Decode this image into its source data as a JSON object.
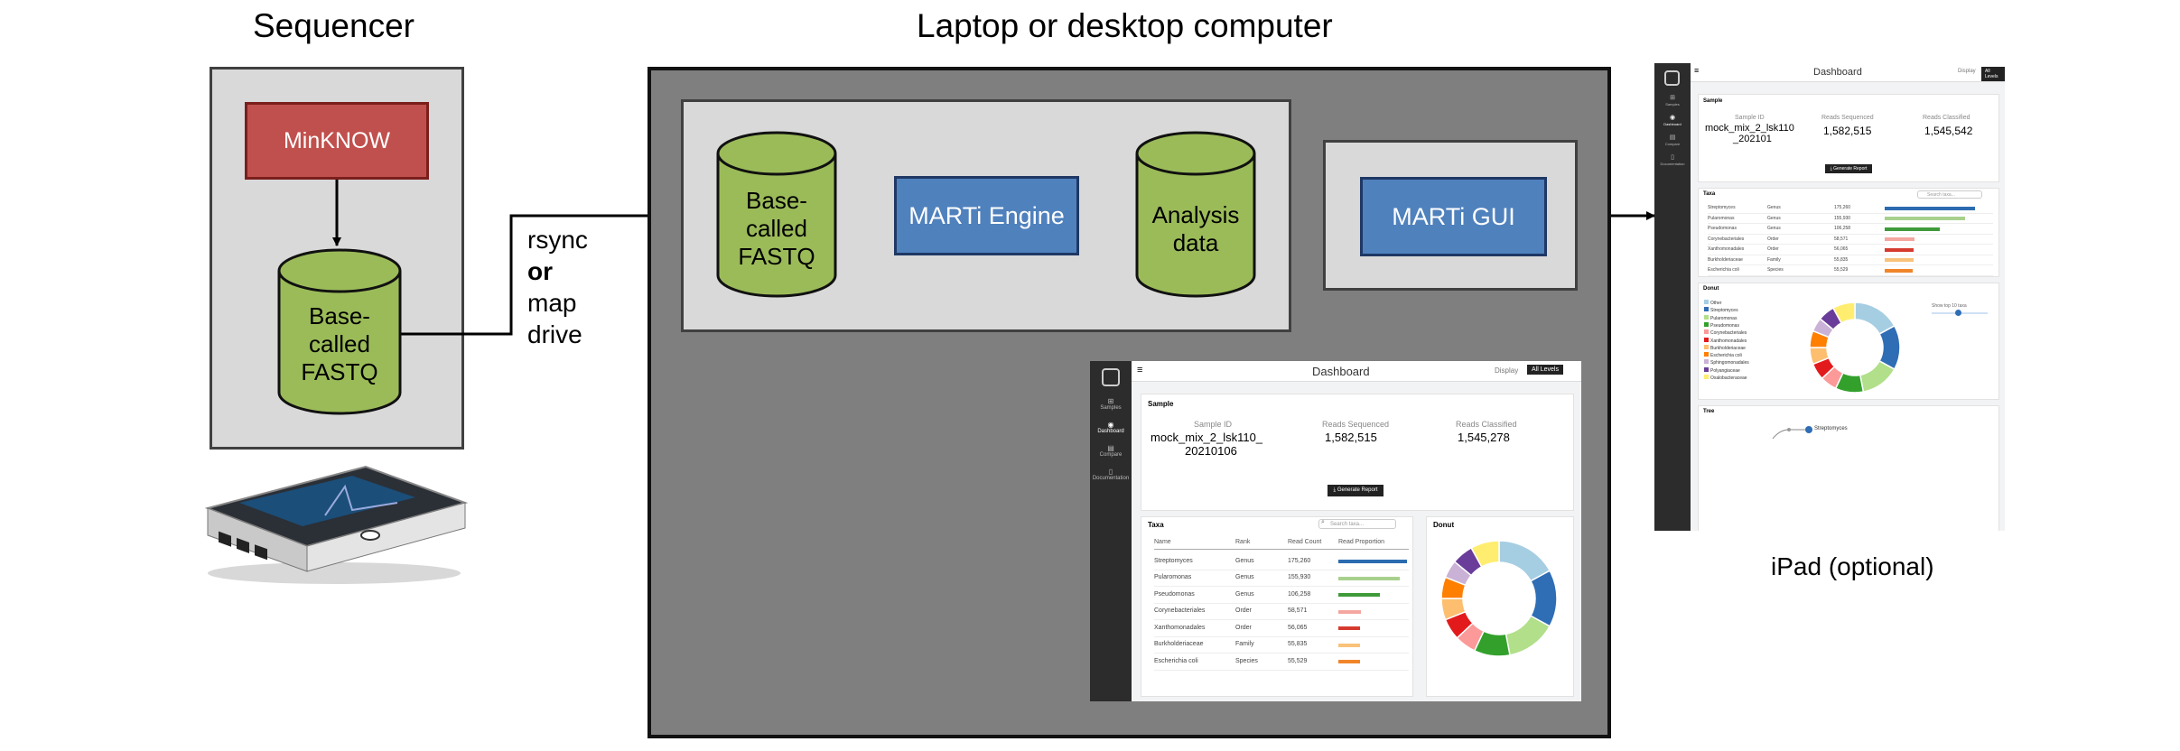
{
  "headings": {
    "sequencer": "Sequencer",
    "computer": "Laptop or desktop computer",
    "ipad_caption": "iPad (optional)"
  },
  "sequencer": {
    "software": "MinKNOW",
    "output_lines": [
      "Base-",
      "called",
      "FASTQ"
    ]
  },
  "transfer": {
    "line1": "rsync",
    "line2": "or",
    "line3": "map",
    "line4": "drive"
  },
  "pipeline": {
    "input_lines": [
      "Base-",
      "called",
      "FASTQ"
    ],
    "engine": "MARTi Engine",
    "analysis_lines": [
      "Analysis",
      "data"
    ],
    "gui": "MARTi GUI"
  },
  "dashboard": {
    "menu_icon": "hamburger-icon",
    "title": "Dashboard",
    "display_label": "Display",
    "display_value": "All Levels",
    "nav": [
      {
        "label": "Samples",
        "icon": "grid-icon"
      },
      {
        "label": "Dashboard",
        "icon": "dashboard-icon"
      },
      {
        "label": "Compare",
        "icon": "chart-icon"
      },
      {
        "label": "Documentation",
        "icon": "doc-icon"
      }
    ],
    "sample": {
      "card_title": "Sample",
      "sample_id_label": "Sample ID",
      "sample_id_line1": "mock_mix_2_lsk110_",
      "sample_id_line2": "20210106",
      "reads_seq_label": "Reads Sequenced",
      "reads_seq_value": "1,582,515",
      "reads_cls_label": "Reads Classified",
      "reads_cls_value": "1,545,278",
      "report_button": "Generate Report"
    },
    "taxa": {
      "card_title": "Taxa",
      "search_placeholder": "Search taxa...",
      "columns": [
        "Name",
        "Rank",
        "Read Count",
        "Read Proportion"
      ],
      "rows": [
        {
          "name": "Streptomyces",
          "rank": "Genus",
          "count": "175,260",
          "prop": 1.0,
          "color": "#2b6cb0"
        },
        {
          "name": "Pularomonas",
          "rank": "Genus",
          "count": "155,930",
          "prop": 0.89,
          "color": "#a8d08d"
        },
        {
          "name": "Pseudomonas",
          "rank": "Genus",
          "count": "106,258",
          "prop": 0.61,
          "color": "#3f9a3a"
        },
        {
          "name": "Corynebacteriales",
          "rank": "Order",
          "count": "58,571",
          "prop": 0.33,
          "color": "#f4a6a0"
        },
        {
          "name": "Xanthomonadales",
          "rank": "Order",
          "count": "56,065",
          "prop": 0.32,
          "color": "#d63a2f"
        },
        {
          "name": "Burkholderiaceae",
          "rank": "Family",
          "count": "55,835",
          "prop": 0.32,
          "color": "#f9c27a"
        },
        {
          "name": "Escherichia coli",
          "rank": "Species",
          "count": "55,529",
          "prop": 0.31,
          "color": "#f0862a"
        }
      ]
    },
    "donut": {
      "card_title": "Donut",
      "legend": [
        "Other",
        "Streptomyces",
        "Pularomonas",
        "Pseudomonas",
        "Corynebacteriales",
        "Xanthomonadales",
        "Burkholderiaceae",
        "Escherichia coli",
        "Sphingomonadales",
        "Polyangiaceae",
        "Oxalobacteraceae"
      ],
      "slider_label": "Show top 10 taxa",
      "slices": [
        {
          "name": "Other",
          "value": 0.17,
          "color": "#a6cee3"
        },
        {
          "name": "Streptomyces",
          "value": 0.16,
          "color": "#2f6db5"
        },
        {
          "name": "Pularomonas",
          "value": 0.14,
          "color": "#b2df8a"
        },
        {
          "name": "Pseudomonas",
          "value": 0.1,
          "color": "#33a02c"
        },
        {
          "name": "Corynebacteriales",
          "value": 0.06,
          "color": "#fb9a99"
        },
        {
          "name": "Xanthomonadales",
          "value": 0.06,
          "color": "#e31a1c"
        },
        {
          "name": "Burkholderiaceae",
          "value": 0.06,
          "color": "#fdbf6f"
        },
        {
          "name": "Escherichia coli",
          "value": 0.06,
          "color": "#ff7f00"
        },
        {
          "name": "Sphingomonadales",
          "value": 0.05,
          "color": "#cab2d6"
        },
        {
          "name": "Polyangiaceae",
          "value": 0.06,
          "color": "#6a3d9a"
        },
        {
          "name": "Oxalobacteraceae",
          "value": 0.08,
          "color": "#ffed6f"
        }
      ]
    },
    "ipad": {
      "sample_id_line1": "mock_mix_2_lsk110",
      "sample_id_line2": "_202101",
      "reads_cls_value": "1,545,542",
      "tree_card_title": "Tree",
      "tree_node": "Streptomyces"
    }
  },
  "colors": {
    "sequencer_panel": "#d9d9d9",
    "computer_panel": "#7f7f7f",
    "cylinder_fill": "#9bbb59",
    "minknow_fill": "#c0504d",
    "marti_fill": "#4f81bd"
  }
}
